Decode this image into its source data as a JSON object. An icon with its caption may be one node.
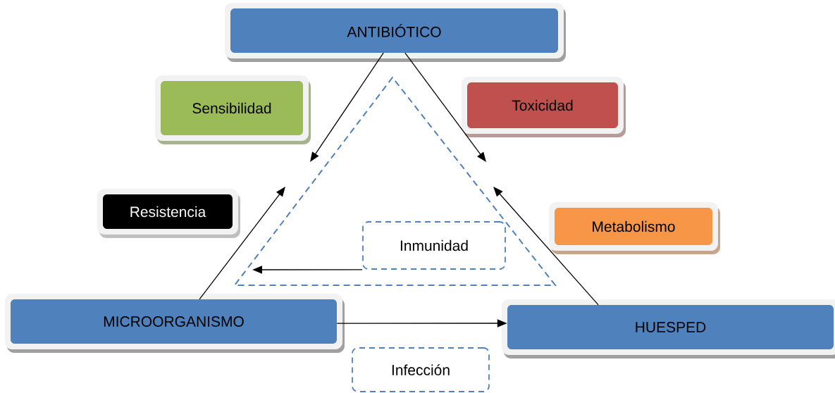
{
  "diagram": {
    "nodes": [
      {
        "text": [
          "ANTIBIÓTICO"
        ]
      },
      {
        "text": [
          "Sensibilidad"
        ]
      },
      {
        "text": [
          "Toxicidad"
        ]
      },
      {
        "text": [
          "Resistencia"
        ]
      },
      {
        "text": [
          "Metabolismo"
        ]
      },
      {
        "text": [
          "Inmunidad"
        ]
      },
      {
        "text": [
          "MICROORGANISMO"
        ]
      },
      {
        "text": [
          "HUESPED"
        ]
      },
      {
        "text": [
          "Infección"
        ]
      }
    ],
    "edges": [
      {
        "from": 0,
        "to": null,
        "arrow": "to"
      },
      {
        "from": 0,
        "to": null,
        "arrow": "to"
      },
      {
        "from": 6,
        "to": null,
        "arrow": "to"
      },
      {
        "from": 7,
        "to": null,
        "arrow": "to"
      },
      {
        "from": 5,
        "to": null,
        "arrow": "to"
      },
      {
        "from": 6,
        "to": 7,
        "arrow": "to"
      }
    ]
  }
}
